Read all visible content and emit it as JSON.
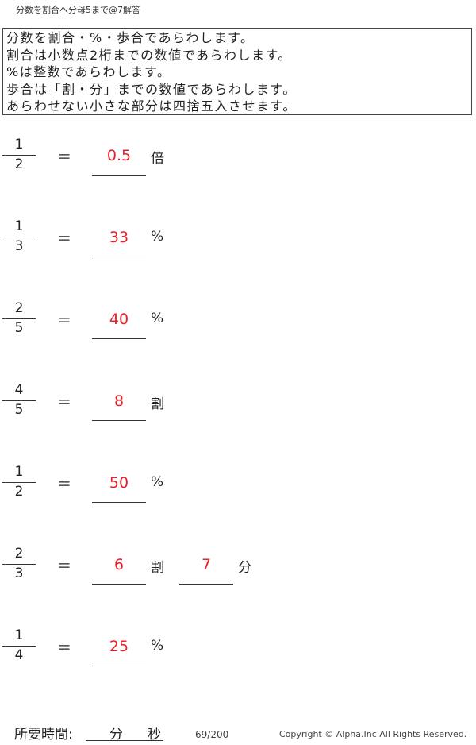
{
  "header": {
    "title": "分数を割合へ分母5まで@7解答"
  },
  "instructions": [
    "分数を割合・%・歩合であらわします。",
    "割合は小数点2桁までの数値であらわします。",
    "%は整数であらわします。",
    "歩合は「割・分」までの数値であらわします。",
    "あらわせない小さな部分は四捨五入させます。"
  ],
  "equals": "＝",
  "problems": [
    {
      "num": "1",
      "den": "2",
      "answers": [
        {
          "value": "0.5",
          "unit": "倍"
        }
      ]
    },
    {
      "num": "1",
      "den": "3",
      "answers": [
        {
          "value": "33",
          "unit": "%"
        }
      ]
    },
    {
      "num": "2",
      "den": "5",
      "answers": [
        {
          "value": "40",
          "unit": "%"
        }
      ]
    },
    {
      "num": "4",
      "den": "5",
      "answers": [
        {
          "value": "8",
          "unit": "割"
        }
      ]
    },
    {
      "num": "1",
      "den": "2",
      "answers": [
        {
          "value": "50",
          "unit": "%"
        }
      ]
    },
    {
      "num": "2",
      "den": "3",
      "answers": [
        {
          "value": "6",
          "unit": "割"
        },
        {
          "value": "7",
          "unit": "分"
        }
      ]
    },
    {
      "num": "1",
      "den": "4",
      "answers": [
        {
          "value": "25",
          "unit": "%"
        }
      ]
    }
  ],
  "footer": {
    "time_label": "所要時間:",
    "minutes": "分",
    "seconds": "秒",
    "page": "69/200",
    "copyright": "Copyright ©  Alpha.Inc All Rights Reserved."
  }
}
